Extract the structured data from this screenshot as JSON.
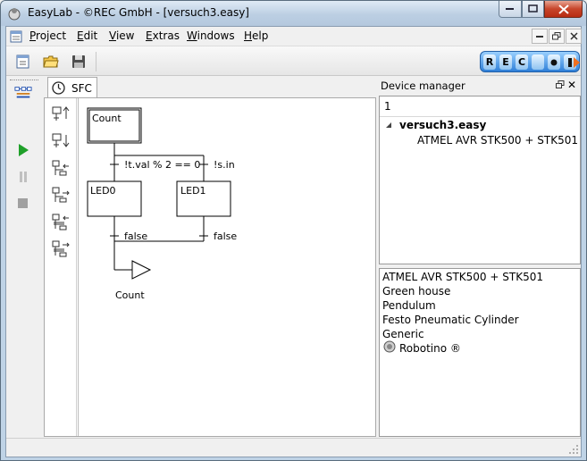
{
  "window": {
    "title": "EasyLab - ©REC GmbH - [versuch3.easy]"
  },
  "menubar": {
    "items": [
      {
        "label": "Project",
        "mnemonic": "P",
        "rest": "roject"
      },
      {
        "label": "Edit",
        "mnemonic": "E",
        "rest": "dit"
      },
      {
        "label": "View",
        "mnemonic": "V",
        "rest": "iew"
      },
      {
        "label": "Extras",
        "mnemonic": "E",
        "rest": "xtras"
      },
      {
        "label": "Windows",
        "mnemonic": "W",
        "rest": "indows"
      },
      {
        "label": "Help",
        "mnemonic": "H",
        "rest": "elp"
      }
    ]
  },
  "toolbar": {
    "buttons": [
      "new-project-icon",
      "open-folder-icon",
      "save-disk-icon"
    ],
    "rec_letters": [
      "R",
      "E",
      "C"
    ]
  },
  "left_tools": [
    "sfc-view-icon",
    "run-play-icon",
    "pause-icon",
    "stop-icon"
  ],
  "editor": {
    "tab_label": "SFC",
    "tools": [
      "insert-step-above-icon",
      "insert-step-below-icon",
      "branch-left-icon",
      "branch-right-icon",
      "parallel-left-icon",
      "parallel-right-icon"
    ],
    "steps": {
      "initial": "Count",
      "left": "LED0",
      "right": "LED1",
      "jump": "Count"
    },
    "transitions": {
      "top_left": "!t.val % 2 == 0",
      "top_right": "!s.in",
      "bottom_left": "false",
      "bottom_right": "false"
    }
  },
  "device_manager": {
    "title": "Device manager",
    "count": "1",
    "tree_root": "versuch3.easy",
    "tree_child": "ATMEL AVR STK500 + STK501",
    "devices": [
      "ATMEL AVR STK500 + STK501",
      "Green house",
      "Pendulum",
      "Festo Pneumatic Cylinder",
      "Generic",
      "Robotino ®"
    ]
  }
}
